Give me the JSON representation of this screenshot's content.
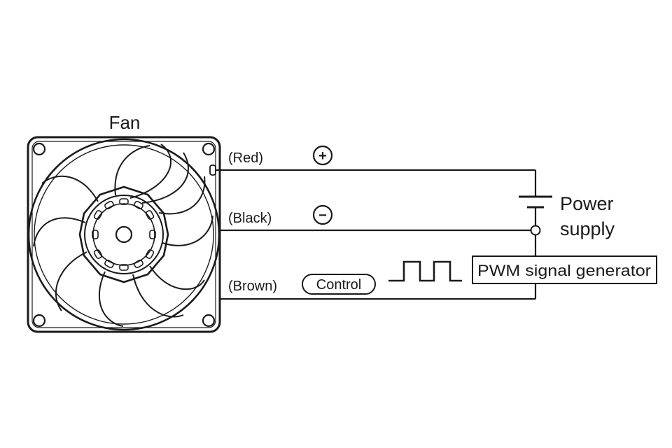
{
  "fan": {
    "title": "Fan"
  },
  "wires": {
    "red": {
      "label": "(Red)",
      "polarity": "+"
    },
    "black": {
      "label": "(Black)",
      "polarity": "−"
    },
    "brown": {
      "label": "(Brown)",
      "tag": "Control"
    }
  },
  "power_supply": {
    "line1": "Power",
    "line2": "supply"
  },
  "pwm": {
    "label": "PWM signal generator"
  },
  "colors": {
    "line": "#1a1a1a",
    "background": "#ffffff"
  }
}
